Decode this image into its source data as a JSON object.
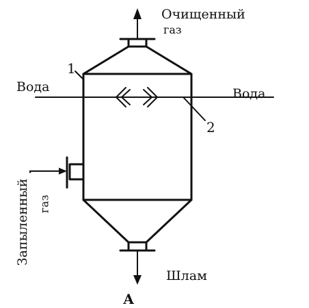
{
  "labels": {
    "clean_gas_line1": "Очищенный",
    "clean_gas_line2": "газ",
    "water_left": "Вода",
    "water_right": "Вода",
    "dusty_gas_line1": "Запыленный",
    "dusty_gas_line2": "газ",
    "sludge": "Шлам",
    "marker_1": "1",
    "marker_2": "2",
    "section_a": "А"
  },
  "colors": {
    "stroke": "#111111",
    "background": "#ffffff"
  }
}
